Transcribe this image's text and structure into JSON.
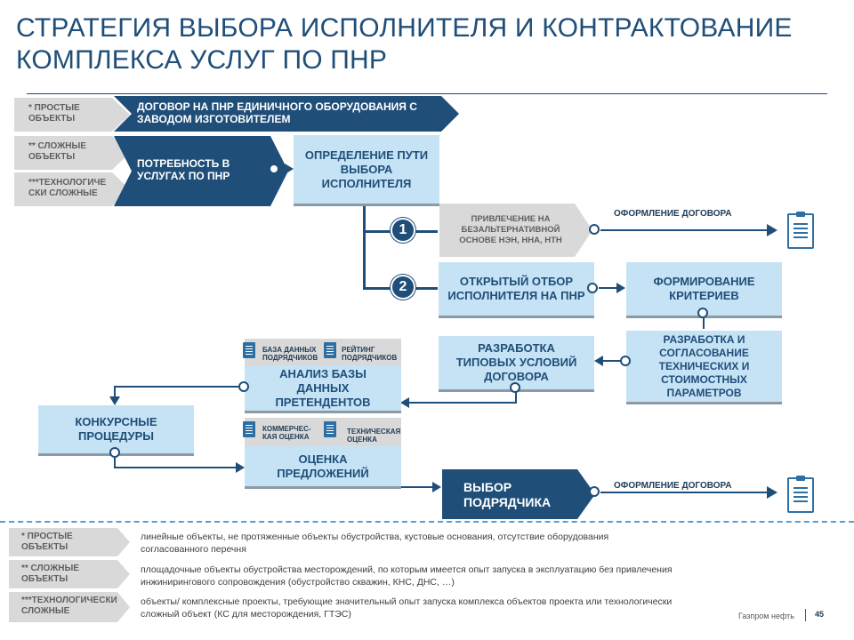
{
  "title": {
    "line1": "СТРАТЕГИЯ ВЫБОРА ИСПОЛНИТЕЛЯ И КОНТРАКТОВАНИЕ",
    "line2": "КОМПЛЕКСА УСЛУГ ПО ПНР"
  },
  "categories": {
    "simple": "* ПРОСТЫЕ ОБЪЕКТЫ",
    "complex": "** СЛОЖНЫЕ ОБЪЕКТЫ",
    "tech_complex": "***ТЕХНОЛОГИЧЕ СКИ СЛОЖНЫЕ"
  },
  "flow": {
    "contract_single": "ДОГОВОР НА ПНР ЕДИНИЧНОГО ОБОРУДОВАНИЯ С ЗАВОДОМ ИЗГОТОВИТЕЛЕМ",
    "need": "ПОТРЕБНОСТЬ В УСЛУГАХ ПО ПНР",
    "define_path": "ОПРЕДЕЛЕНИЕ ПУТИ ВЫБОРА ИСПОЛНИТЕЛЯ",
    "step1": "1",
    "step2": "2",
    "non_alternative": "ПРИВЛЕЧЕНИЕ НА БЕЗАЛЬТЕРНАТИВНОЙ ОСНОВЕ НЭН, ННА, НТН",
    "contract_formalize_1": "ОФОРМЛЕНИЕ ДОГОВОРА",
    "open_selection": "ОТКРЫТЫЙ ОТБОР ИСПОЛНИТЕЛЯ НА ПНР",
    "criteria": "ФОРМИРОВАНИЕ КРИТЕРИЕВ",
    "tech_params": "РАЗРАБОТКА И СОГЛАСОВАНИЕ ТЕХНИЧЕСКИХ И СТОИМОСТНЫХ ПАРАМЕТРОВ",
    "typical_terms": "РАЗРАБОТКА ТИПОВЫХ УСЛОВИЙ ДОГОВОРА",
    "contractor_db": "БАЗА ДАННЫХ ПОДРЯДЧИКОВ",
    "contractor_rating": "РЕЙТИНГ ПОДРЯДЧИКОВ",
    "analysis": "АНАЛИЗ БАЗЫ ДАННЫХ ПРЕТЕНДЕНТОВ",
    "tender": "КОНКУРСНЫЕ ПРОЦЕДУРЫ",
    "commercial_eval": "КОММЕРЧЕС-КАЯ ОЦЕНКА",
    "technical_eval": "ТЕХНИЧЕСКАЯ ОЦЕНКА",
    "proposal_eval": "ОЦЕНКА ПРЕДЛОЖЕНИЙ",
    "select_contractor": "ВЫБОР ПОДРЯДЧИКА",
    "contract_formalize_2": "ОФОРМЛЕНИЕ ДОГОВОРА"
  },
  "legend": [
    {
      "label": "* ПРОСТЫЕ ОБЪЕКТЫ",
      "text": "линейные объекты, не протяженные объекты обустройства, кустовые основания, отсутствие оборудования согласованного перечня"
    },
    {
      "label": "** СЛОЖНЫЕ ОБЪЕКТЫ",
      "text": "площадочные объекты обустройства месторождений, по которым имеется опыт запуска в эксплуатацию без привлечения инжинирингового сопровождения (обустройство скважин, КНС, ДНС, …)"
    },
    {
      "label": "***ТЕХНОЛОГИЧЕСКИ СЛОЖНЫЕ",
      "text": "объекты/ комплексные проекты, требующие значительный опыт запуска комплекса объектов проекта или технологически сложный объект (КС для месторождения, ГТЭС)"
    }
  ],
  "footer": {
    "company": "Газпром нефть",
    "page": "45"
  },
  "colors": {
    "dark_blue": "#1f4e79",
    "light_blue": "#c5e3f5",
    "gray": "#d9d9d9"
  }
}
